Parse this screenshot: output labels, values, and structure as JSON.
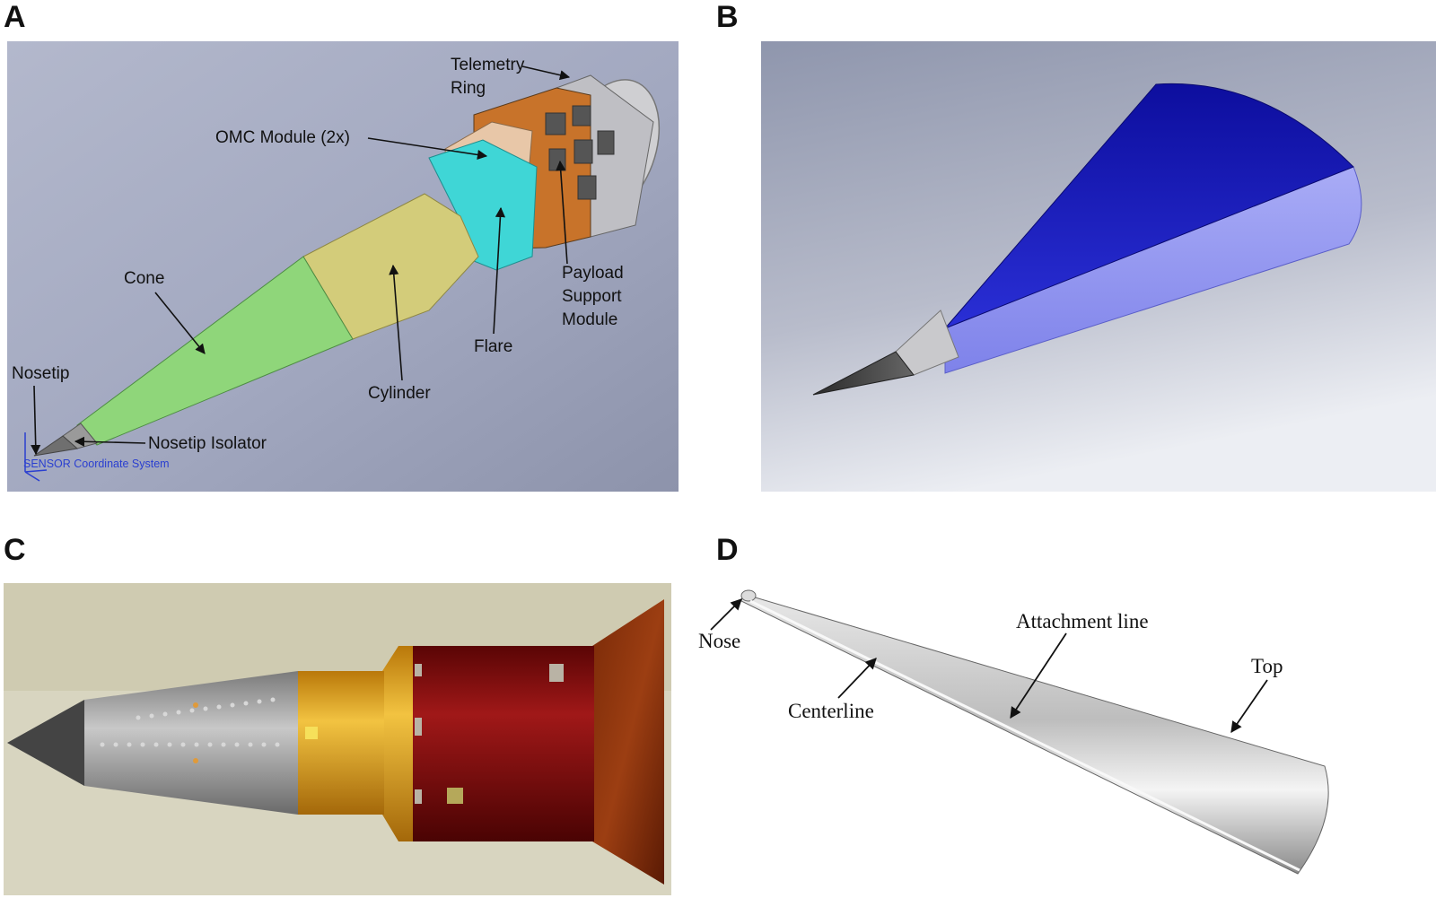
{
  "panels": {
    "a": {
      "letter": "A",
      "labels": {
        "telemetry_line1": "Telemetry",
        "telemetry_line2": "Ring",
        "omc": "OMC Module (2x)",
        "cone": "Cone",
        "payload_line1": "Payload",
        "payload_line2": "Support",
        "payload_line3": "Module",
        "flare": "Flare",
        "cylinder": "Cylinder",
        "nosetip": "Nosetip",
        "nosetip_isolator": "Nosetip Isolator",
        "coord_system": "SENSOR Coordinate System"
      }
    },
    "b": {
      "letter": "B"
    },
    "c": {
      "letter": "C"
    },
    "d": {
      "letter": "D",
      "labels": {
        "nose": "Nose",
        "centerline": "Centerline",
        "attachment_line": "Attachment line",
        "top": "Top"
      }
    }
  },
  "colors": {
    "cone_green": "#8fd67a",
    "cylinder_khaki": "#d3cc7a",
    "flare_cyan": "#3fd6d6",
    "payload_orange": "#c8732a",
    "wing_dark_blue": "#1a1fc0",
    "wing_light_blue": "#8f93f0",
    "gold": "#e8a51a",
    "dark_red": "#8a0b0b",
    "steel_gray": "#a8a8a8"
  }
}
